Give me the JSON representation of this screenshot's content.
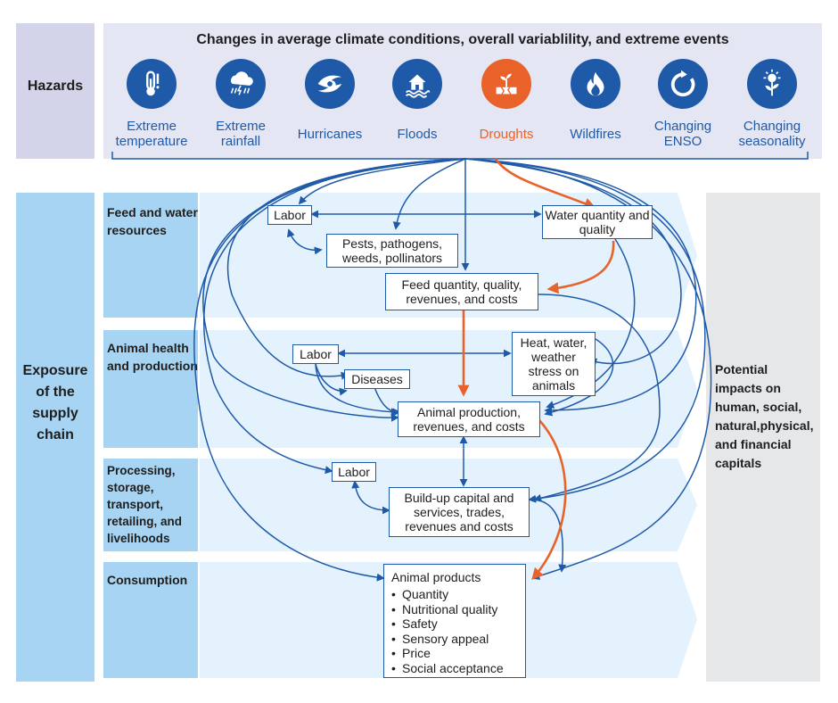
{
  "hazards": {
    "label": "Hazards",
    "title": "Changes in average climate conditions, overall variablility, and extreme events",
    "items": [
      {
        "label": "Extreme temperature",
        "icon": "thermometer-icon",
        "active": false
      },
      {
        "label": "Extreme rainfall",
        "icon": "rain-cloud-icon",
        "active": false
      },
      {
        "label": "Hurricanes",
        "icon": "hurricane-icon",
        "active": false
      },
      {
        "label": "Floods",
        "icon": "flood-icon",
        "active": false
      },
      {
        "label": "Droughts",
        "icon": "drought-icon",
        "active": true
      },
      {
        "label": "Wildfires",
        "icon": "fire-icon",
        "active": false
      },
      {
        "label": "Changing ENSO",
        "icon": "enso-cycle-icon",
        "active": false
      },
      {
        "label": "Changing seasonality",
        "icon": "sun-plant-icon",
        "active": false
      }
    ]
  },
  "exposure": {
    "label": "Exposure of the supply chain",
    "rows": [
      {
        "label": "Feed and water resources"
      },
      {
        "label": "Animal health and production"
      },
      {
        "label": "Processing, storage, transport, retailing, and livelihoods"
      },
      {
        "label": "Consumption"
      }
    ]
  },
  "impacts": {
    "label": "Potential impacts on human, social, natural,physical, and financial capitals"
  },
  "nodes": {
    "labor_1": "Labor",
    "pests": "Pests, pathogens, weeds, pollinators",
    "water": "Water quantity and quality",
    "feed": "Feed quantity, quality, revenues, and costs",
    "labor_2": "Labor",
    "diseases": "Diseases",
    "heat": "Heat, water, weather stress on animals",
    "animal_production": "Animal production, revenues, and costs",
    "labor_3": "Labor",
    "buildup": "Build-up capital and services, trades, revenues and costs",
    "animal_products": {
      "title": "Animal products",
      "items": [
        "Quantity",
        "Nutritional quality",
        "Safety",
        "Sensory appeal",
        "Price",
        "Social acceptance"
      ]
    }
  },
  "colors": {
    "primary_blue": "#1f5aa8",
    "accent_orange": "#e8622a",
    "hazard_panel": "#e4e6f3",
    "row_label_blue": "#a6d4f2",
    "row_band_blue": "#e3f2fc",
    "impacts_gray": "#e6e7e9"
  }
}
